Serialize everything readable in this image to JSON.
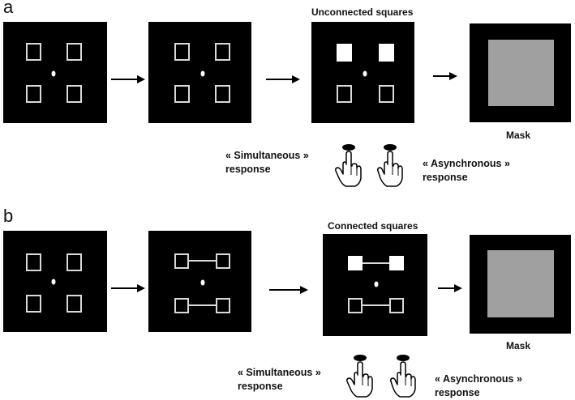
{
  "panel_a": {
    "letter": "a",
    "title": "Unconnected squares",
    "mask_label": "Mask",
    "response_left_line1": "« Simultaneous »",
    "response_left_line2": "response",
    "response_right_line1": "« Asynchronous »",
    "response_right_line2": "response"
  },
  "panel_b": {
    "letter": "b",
    "title": "Connected squares",
    "mask_label": "Mask",
    "response_left_line1": "« Simultaneous »",
    "response_left_line2": "response",
    "response_right_line1": "« Asynchronous »",
    "response_right_line2": "response"
  },
  "colors": {
    "screen": "#000000",
    "outline": "#d9d9d9",
    "filled_square": "#ffffff",
    "mask_gray": "#a0a0a0"
  },
  "icons": [
    "right-arrow-icon",
    "pointing-hand-icon",
    "response-button-icon"
  ]
}
